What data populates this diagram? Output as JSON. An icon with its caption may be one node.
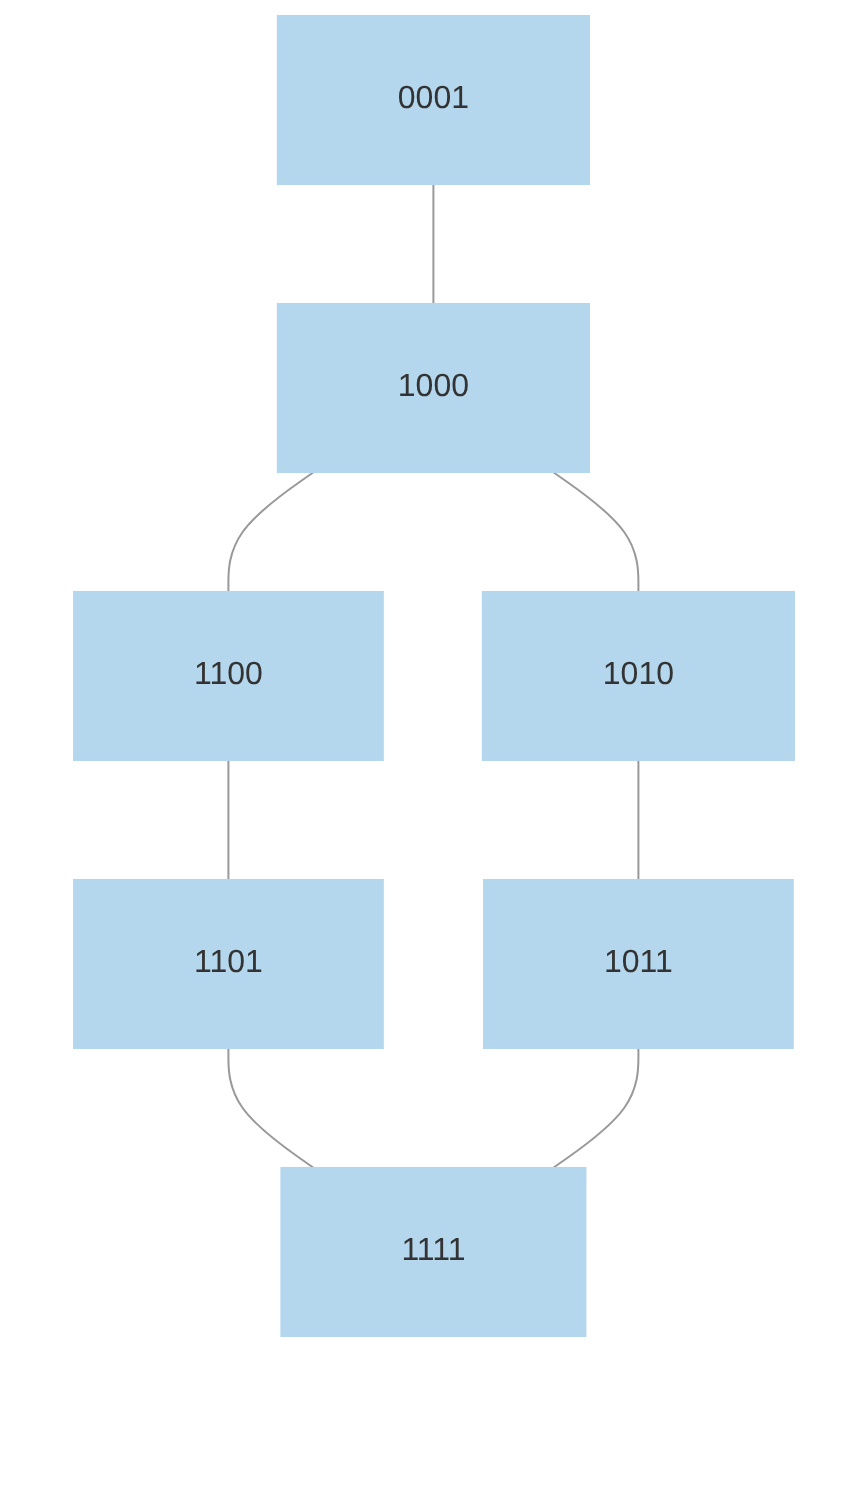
{
  "diagram": {
    "nodes": [
      {
        "text": [
          "0001"
        ]
      },
      {
        "text": [
          "1000"
        ]
      },
      {
        "text": [
          "1100"
        ]
      },
      {
        "text": [
          "1010"
        ]
      },
      {
        "text": [
          "1101"
        ]
      },
      {
        "text": [
          "1011"
        ]
      },
      {
        "text": [
          "1111"
        ]
      }
    ],
    "edges": [
      {
        "from": 0,
        "to": 1,
        "arrow": "none"
      },
      {
        "from": 1,
        "to": 2,
        "arrow": "none"
      },
      {
        "from": 1,
        "to": 3,
        "arrow": "none"
      },
      {
        "from": 2,
        "to": 4,
        "arrow": "none"
      },
      {
        "from": 3,
        "to": 5,
        "arrow": "none"
      },
      {
        "from": 4,
        "to": 6,
        "arrow": "none"
      },
      {
        "from": 5,
        "to": 6,
        "arrow": "none"
      }
    ]
  }
}
